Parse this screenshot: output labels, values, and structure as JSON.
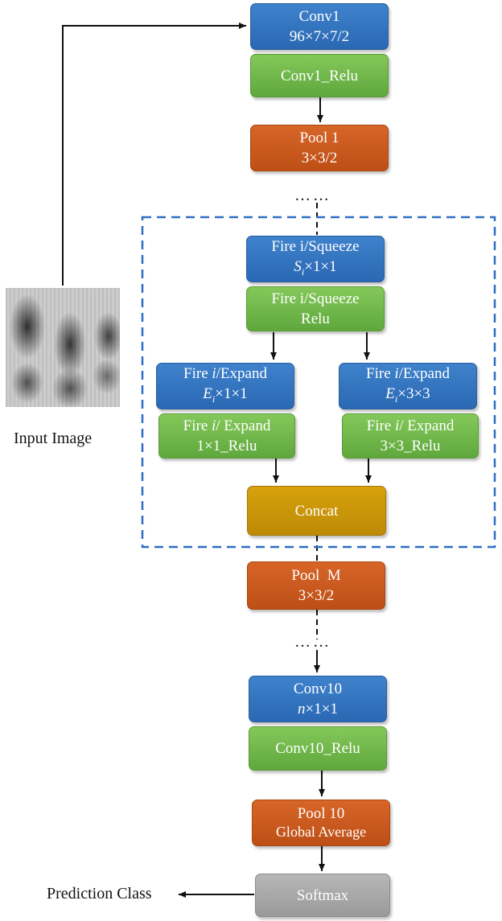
{
  "input": {
    "caption": "Input Image"
  },
  "output": {
    "caption": "Prediction Class"
  },
  "ellipsis": "……",
  "colors": {
    "conv": "#2f72bf",
    "relu": "#6fb746",
    "pool": "#c95a1f",
    "concat": "#c99506",
    "softmax": "#a6a6a6",
    "group_border": "#2e6dc4"
  },
  "nodes": {
    "conv1": {
      "line1": "Conv1",
      "line2": "96×7×7/2"
    },
    "conv1_relu": {
      "line1": "Conv1_Relu"
    },
    "pool1": {
      "line1": "Pool 1",
      "line2": "3×3/2"
    },
    "fire_squeeze": {
      "line1": "Fire i/Squeeze",
      "line2_var": "S",
      "line2_sub": "i",
      "line2_rest": "×1×1"
    },
    "fire_squeeze_relu": {
      "line1": "Fire i/Squeeze",
      "line2": "Relu"
    },
    "fire_expand_1x1": {
      "line1_pre": "Fire ",
      "line1_var": "i",
      "line1_post": "/Expand",
      "line2_var": "E",
      "line2_sub": "i",
      "line2_rest": "×1×1"
    },
    "fire_expand_3x3": {
      "line1_pre": "Fire ",
      "line1_var": "i",
      "line1_post": "/Expand",
      "line2_var": "E",
      "line2_sub": "i",
      "line2_rest": "×3×3"
    },
    "fire_expand_1x1_relu": {
      "line1_pre": "Fire ",
      "line1_var": "i",
      "line1_post": "/ Expand",
      "line2": "1×1_Relu"
    },
    "fire_expand_3x3_relu": {
      "line1_pre": "Fire ",
      "line1_var": "i",
      "line1_post": "/ Expand",
      "line2": "3×3_Relu"
    },
    "concat": {
      "line1": "Concat"
    },
    "pool_m": {
      "line1": "Pool  M",
      "line2": "3×3/2"
    },
    "conv10": {
      "line1": "Conv10",
      "line2_var": "n",
      "line2_rest": "×1×1"
    },
    "conv10_relu": {
      "line1": "Conv10_Relu"
    },
    "pool10": {
      "line1": "Pool 10",
      "line2": "Global Average"
    },
    "softmax": {
      "line1": "Softmax"
    }
  }
}
